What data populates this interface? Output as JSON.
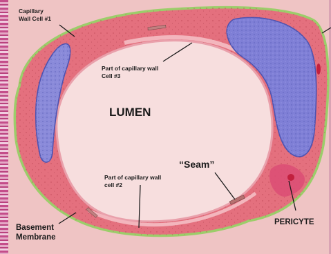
{
  "labels": {
    "capillary_wall_cell_1": [
      "Capillary",
      "Wall Cell #1"
    ],
    "capillary_wall_cell_3": [
      "Part of capillary wall",
      "Cell #3"
    ],
    "lumen": "LUMEN",
    "seam": "“Seam”",
    "capillary_wall_cell_2": [
      "Part of capillary wall",
      "cell #2"
    ],
    "basement_membrane": [
      "Basement",
      "Membrane"
    ],
    "pericyte": "PERICYTE"
  },
  "colors": {
    "background": "#efc4c4",
    "cell_wall": "#e4707e",
    "cell_wall_inner": "#f0a0a8",
    "basement_membrane": "#9ccd6a",
    "nucleus": "#7f7fd6",
    "nucleus_border": "#4d52b0",
    "lumen": "#f7dede",
    "pericyte_body": "#dc4c74"
  }
}
